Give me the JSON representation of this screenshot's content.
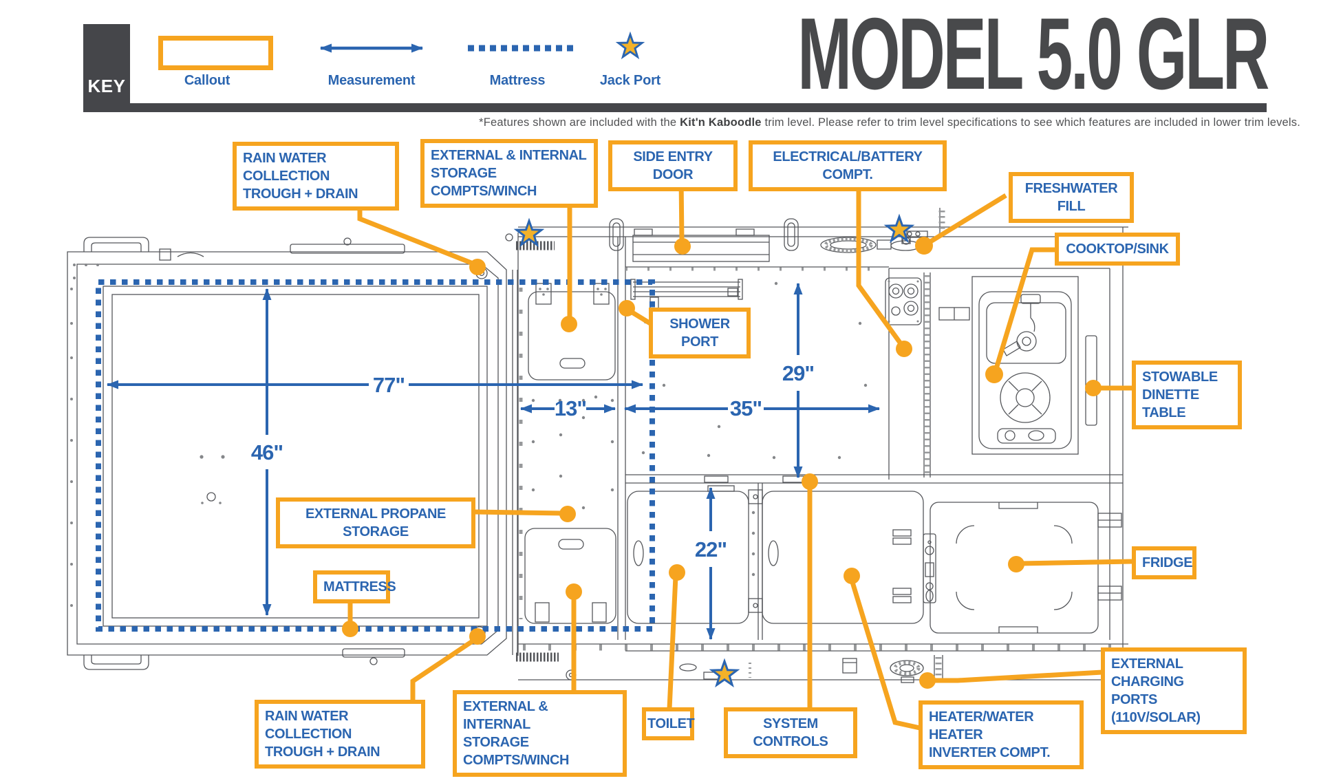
{
  "title": "MODEL 5.0 GLR",
  "subtitle": {
    "pre": "*Features shown are included with the ",
    "bold": "Kit'n Kaboodle",
    "post": " trim level. Please refer to trim level specifications to see which features are included in lower trim levels."
  },
  "key": {
    "label": "KEY",
    "items": [
      {
        "label": "Callout"
      },
      {
        "label": "Measurement"
      },
      {
        "label": "Mattress"
      },
      {
        "label": "Jack Port"
      }
    ]
  },
  "measurements": {
    "mattress_length": "77\"",
    "mattress_width": "46\"",
    "storage_width": "13\"",
    "galley_width": "35\"",
    "galley_depth": "29\"",
    "compartment_depth": "22\""
  },
  "callouts": {
    "rain_top": "RAIN WATER COLLECTION\nTROUGH + DRAIN",
    "storage_top": "EXTERNAL & INTERNAL\nSTORAGE COMPTS/WINCH",
    "side_entry": "SIDE ENTRY DOOR",
    "electrical": "ELECTRICAL/BATTERY COMPT.",
    "freshwater": "FRESHWATER FILL",
    "cooktop": "COOKTOP/SINK",
    "dinette": "STOWABLE\nDINETTE TABLE",
    "shower": "SHOWER PORT",
    "propane": "EXTERNAL PROPANE STORAGE",
    "mattress": "MATTRESS",
    "fridge": "FRIDGE",
    "charging": "EXTERNAL CHARGING\nPORTS (110V/SOLAR)",
    "rain_bottom": "RAIN WATER COLLECTION\nTROUGH + DRAIN",
    "storage_bottom": "EXTERNAL & INTERNAL\nSTORAGE COMPTS/WINCH",
    "toilet": "TOILET",
    "system": "SYSTEM CONTROLS",
    "heater": "HEATER/WATER HEATER\nINVERTER COMPT."
  },
  "colors": {
    "accent_orange": "#F6A41F",
    "accent_blue": "#2B65B0",
    "dark": "#45464A",
    "star_fill": "#F3B229"
  }
}
